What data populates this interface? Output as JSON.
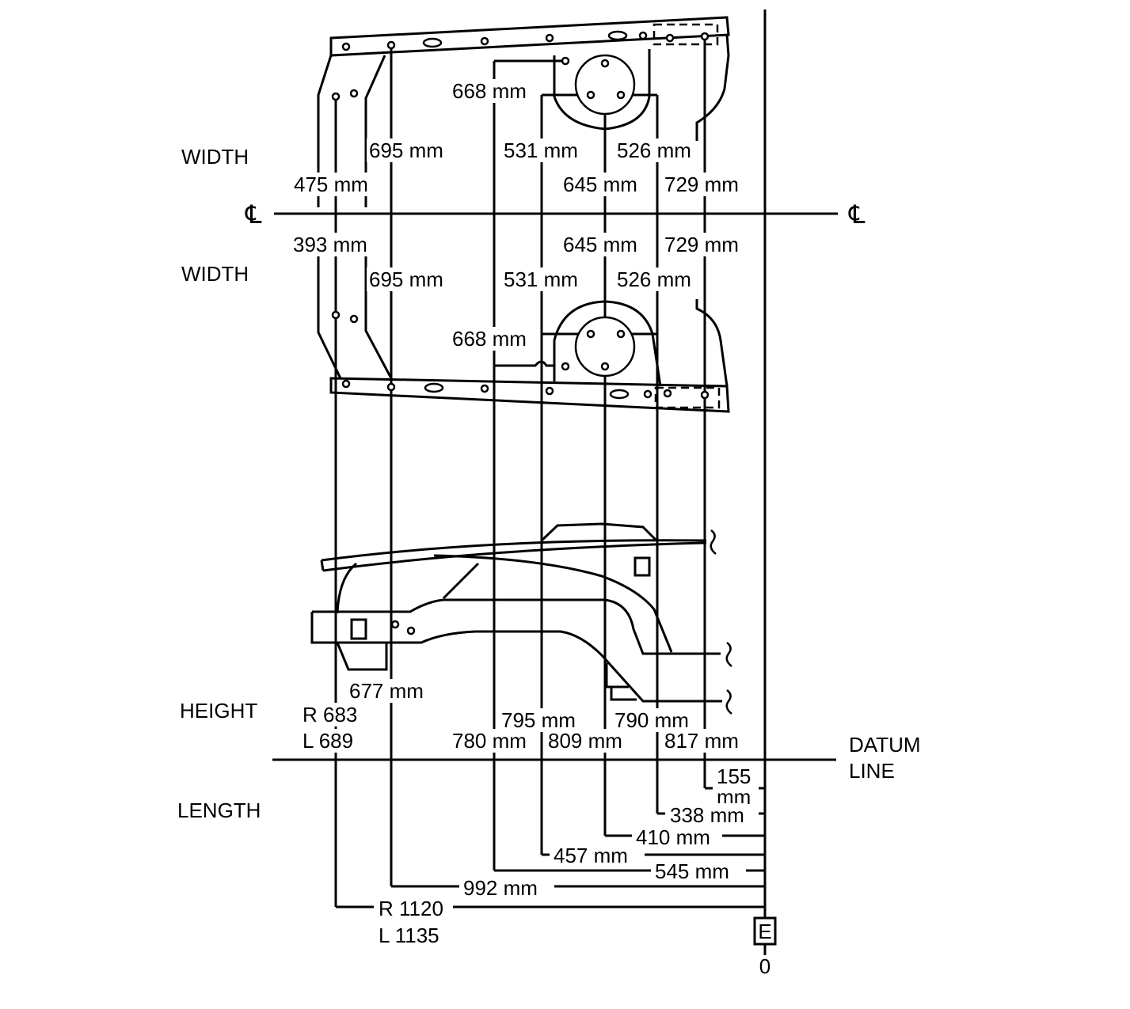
{
  "headings": {
    "width_top": "WIDTH",
    "width_bottom": "WIDTH",
    "height": "HEIGHT",
    "length": "LENGTH"
  },
  "symbols": {
    "centerline": "℄",
    "datum_line_1": "DATUM",
    "datum_line_2": "LINE",
    "reference_box": "E",
    "zero": "0"
  },
  "width_upper": {
    "d475": "475 mm",
    "d695": "695 mm",
    "d668": "668 mm",
    "d531": "531 mm",
    "d645": "645 mm",
    "d526": "526 mm",
    "d729": "729 mm"
  },
  "width_lower": {
    "d393": "393 mm",
    "d695": "695 mm",
    "d668": "668 mm",
    "d531": "531 mm",
    "d645": "645 mm",
    "d526": "526 mm",
    "d729": "729 mm"
  },
  "height": {
    "d677": "677 mm",
    "r683": "R 683",
    "l689": "L 689",
    "d795": "795 mm",
    "d780": "780 mm",
    "d809": "809 mm",
    "d790": "790 mm",
    "d817": "817 mm"
  },
  "length": {
    "d155_1": "155",
    "d155_2": "mm",
    "d338": "338 mm",
    "d410": "410 mm",
    "d457": "457 mm",
    "d545": "545 mm",
    "d992": "992 mm",
    "r1120": "R 1120",
    "l1135": "L 1135"
  }
}
